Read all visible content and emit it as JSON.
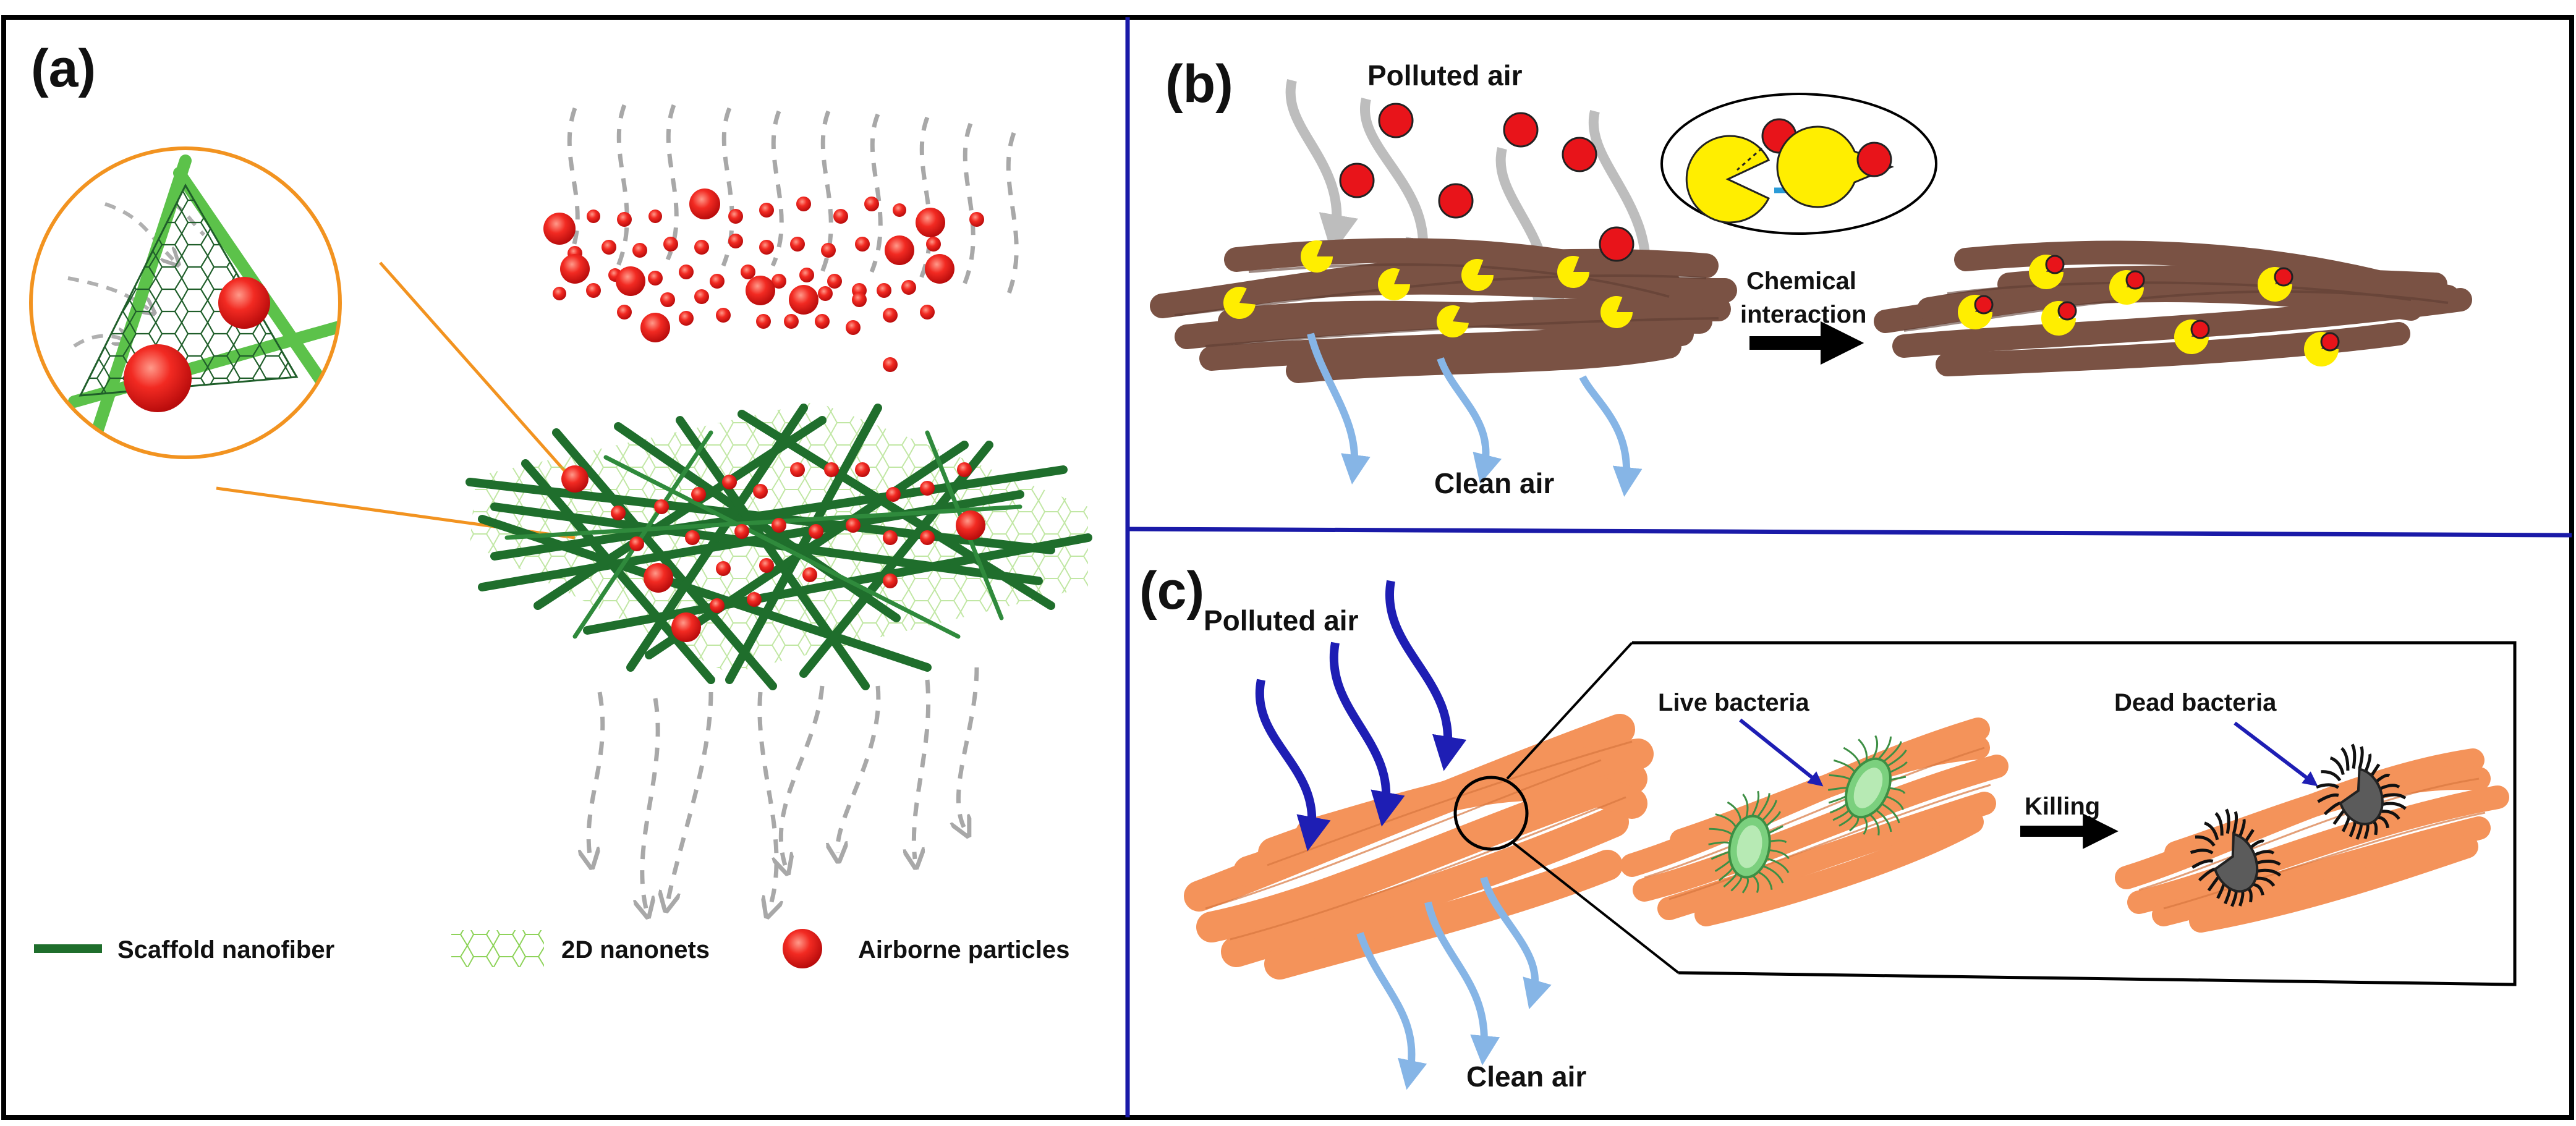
{
  "panels": {
    "a": {
      "label": "(a)",
      "legend": {
        "scaffold": "Scaffold nanofiber",
        "nanonets": "2D nanonets",
        "particles": "Airborne particles"
      }
    },
    "b": {
      "label": "(b)",
      "polluted": "Polluted air",
      "clean": "Clean air",
      "chemical_line1": "Chemical",
      "chemical_line2": "interaction"
    },
    "c": {
      "label": "(c)",
      "polluted": "Polluted air",
      "clean": "Clean air",
      "live": "Live bacteria",
      "dead": "Dead bacteria",
      "killing": "Killing"
    }
  },
  "colors": {
    "frame": "#000000",
    "divider": "#1a1aa8",
    "particle": "#e8141a",
    "scaffold": "#1f6e2c",
    "nanonet": "#7ccc4a",
    "brown_fiber": "#7a5244",
    "pacman": "#ffee00",
    "orange_fiber": "#f4935a",
    "polluted_arrow_c": "#1e1eb4",
    "clean_arrow": "#86b5e6",
    "gray_arrow": "#bdbdbd",
    "dashed_arrow": "#a8a8a8",
    "live_bacteria": "#7bd07e",
    "dead_bacteria": "#5b5b5b"
  }
}
